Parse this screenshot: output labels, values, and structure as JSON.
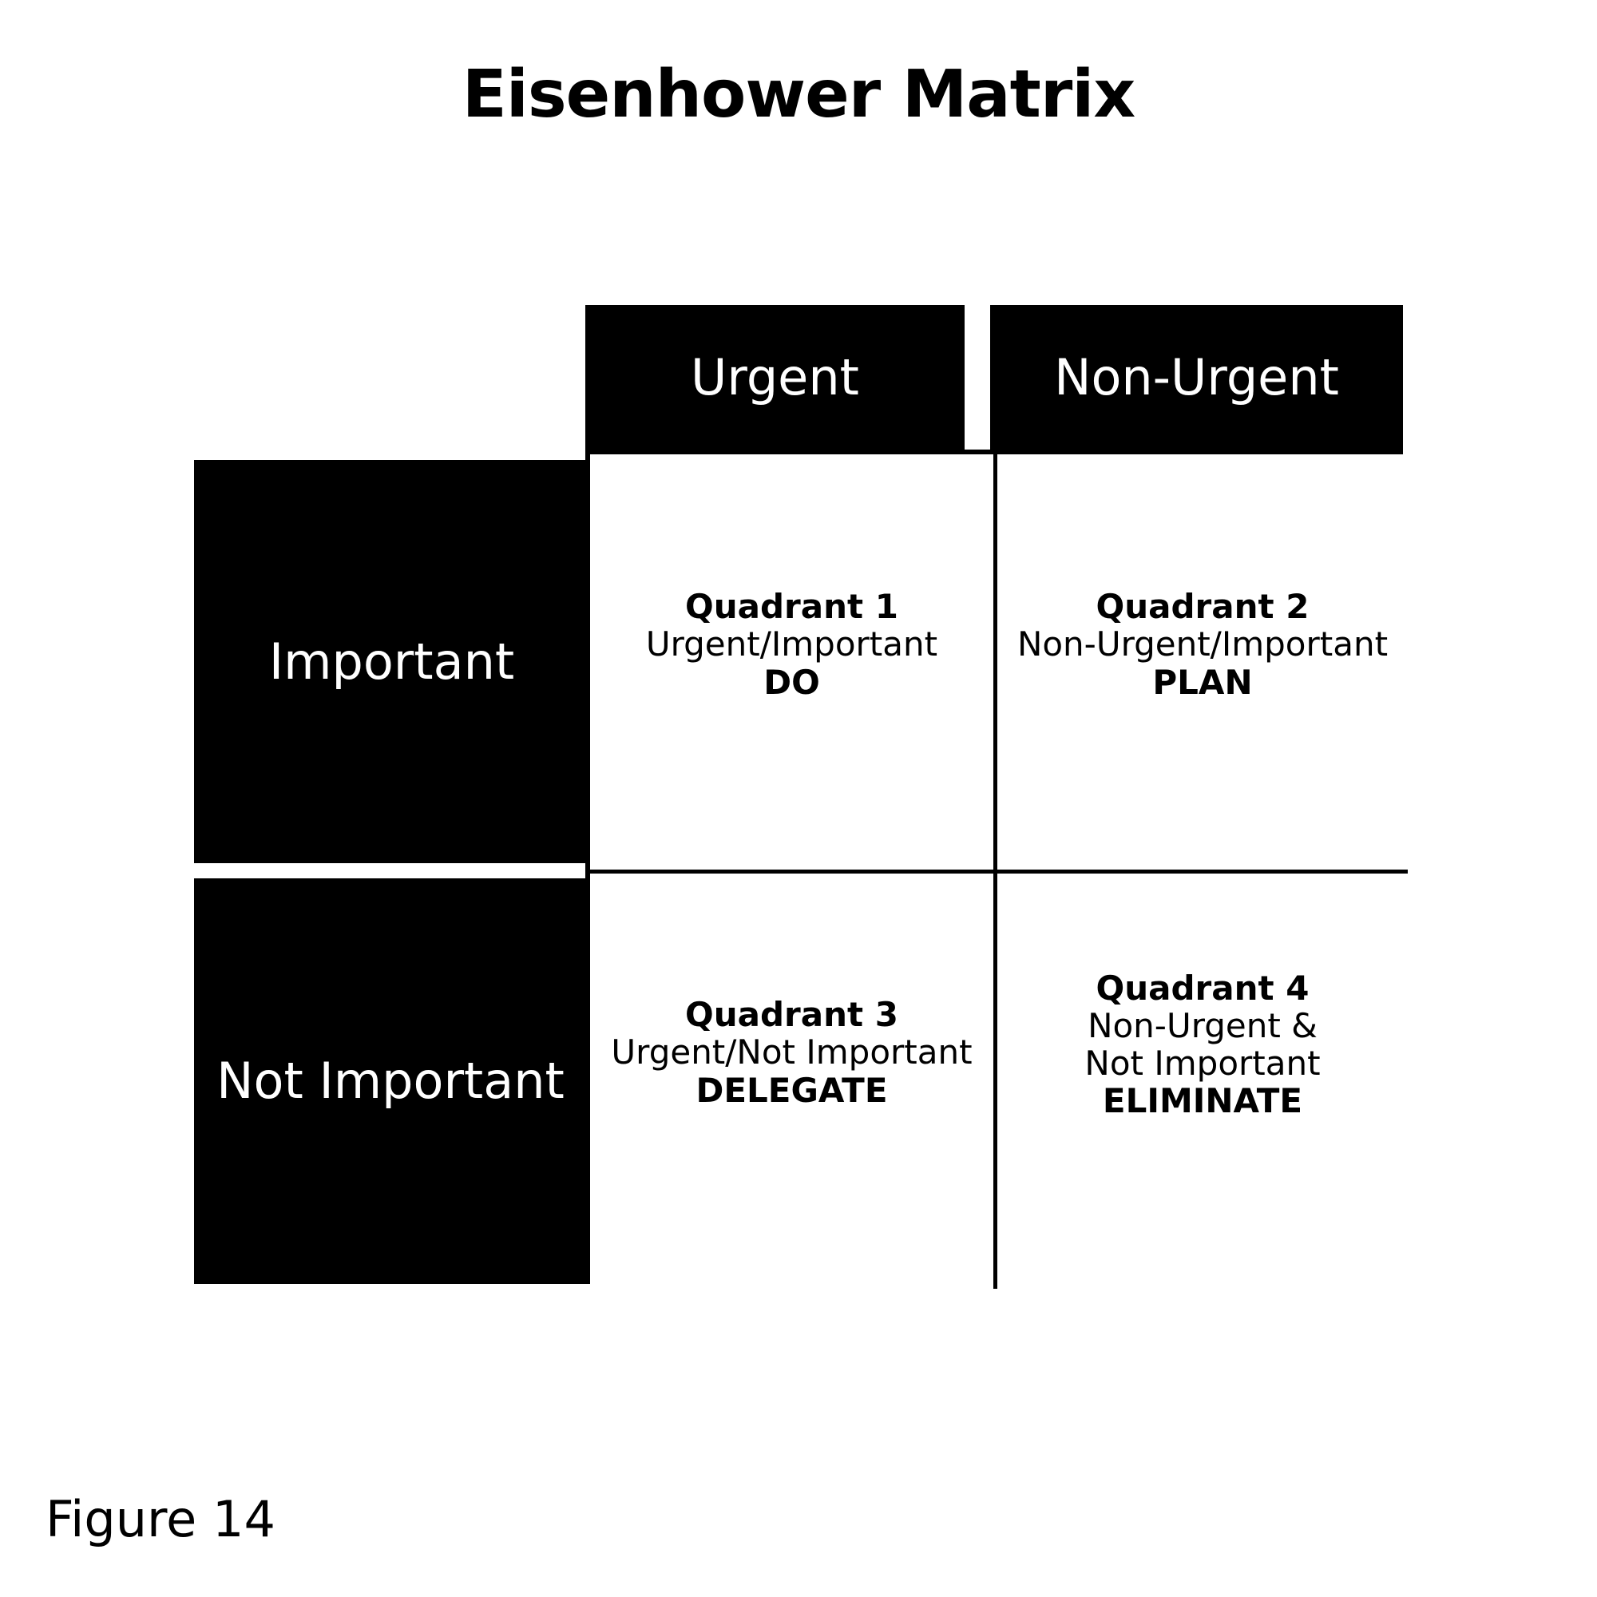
{
  "title": "Eisenhower Matrix",
  "figure_caption": "Figure 14",
  "colors": {
    "header_background": "#000000",
    "header_text": "#ffffff",
    "cell_background": "#ffffff",
    "cell_text": "#000000",
    "grid_border": "#000000",
    "page_background": "#ffffff"
  },
  "matrix": {
    "column_headers": [
      {
        "label": "Urgent"
      },
      {
        "label": "Non-Urgent"
      }
    ],
    "row_headers": [
      {
        "label": "Important"
      },
      {
        "label": "Not Important"
      }
    ],
    "quadrants": [
      {
        "id": "quadrant-1",
        "title": "Quadrant 1",
        "description": "Urgent/Important",
        "action": "DO",
        "row": "Important",
        "column": "Urgent"
      },
      {
        "id": "quadrant-2",
        "title": "Quadrant 2",
        "description": "Non-Urgent/Important",
        "action": "PLAN",
        "row": "Important",
        "column": "Non-Urgent"
      },
      {
        "id": "quadrant-3",
        "title": "Quadrant 3",
        "description": "Urgent/Not Important",
        "action": "DELEGATE",
        "row": "Not Important",
        "column": "Urgent"
      },
      {
        "id": "quadrant-4",
        "title": "Quadrant 4",
        "description": "Non-Urgent &\nNot Important",
        "action": "ELIMINATE",
        "row": "Not Important",
        "column": "Non-Urgent"
      }
    ]
  }
}
